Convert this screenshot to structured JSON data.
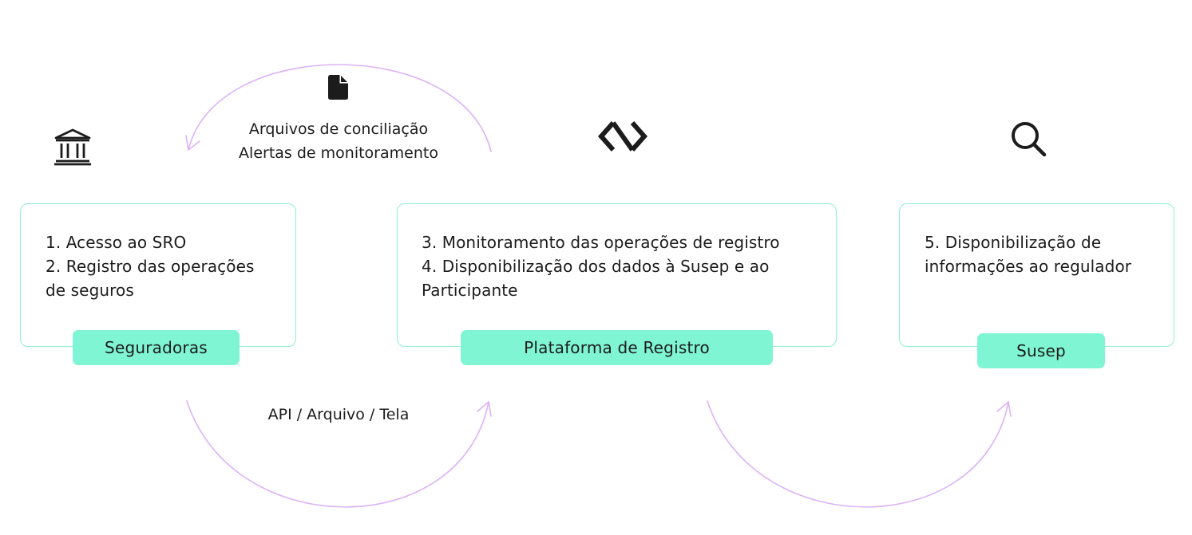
{
  "colors": {
    "box_border": "#8ef0d2",
    "tag_fill": "#7ff5d3",
    "arrow": "#dcb2f7",
    "icon": "#1c1c1c"
  },
  "icons": {
    "bank": "bank-icon",
    "document": "document-icon",
    "platform": "platform-logo-icon",
    "search": "search-icon"
  },
  "top_label": {
    "line1": "Arquivos de conciliação",
    "line2": "Alertas de monitoramento"
  },
  "bottom_label": "API / Arquivo / Tela",
  "boxes": [
    {
      "lines": [
        "1. Acesso ao SRO",
        "2. Registro das operações",
        "de seguros"
      ],
      "tag": "Seguradoras"
    },
    {
      "lines": [
        "3. Monitoramento das operações de registro",
        "4. Disponibilização dos dados à Susep e ao",
        "Participante"
      ],
      "tag": "Plataforma de Registro"
    },
    {
      "lines": [
        "5. Disponibilização de",
        "informações ao regulador"
      ],
      "tag": "Susep"
    }
  ]
}
